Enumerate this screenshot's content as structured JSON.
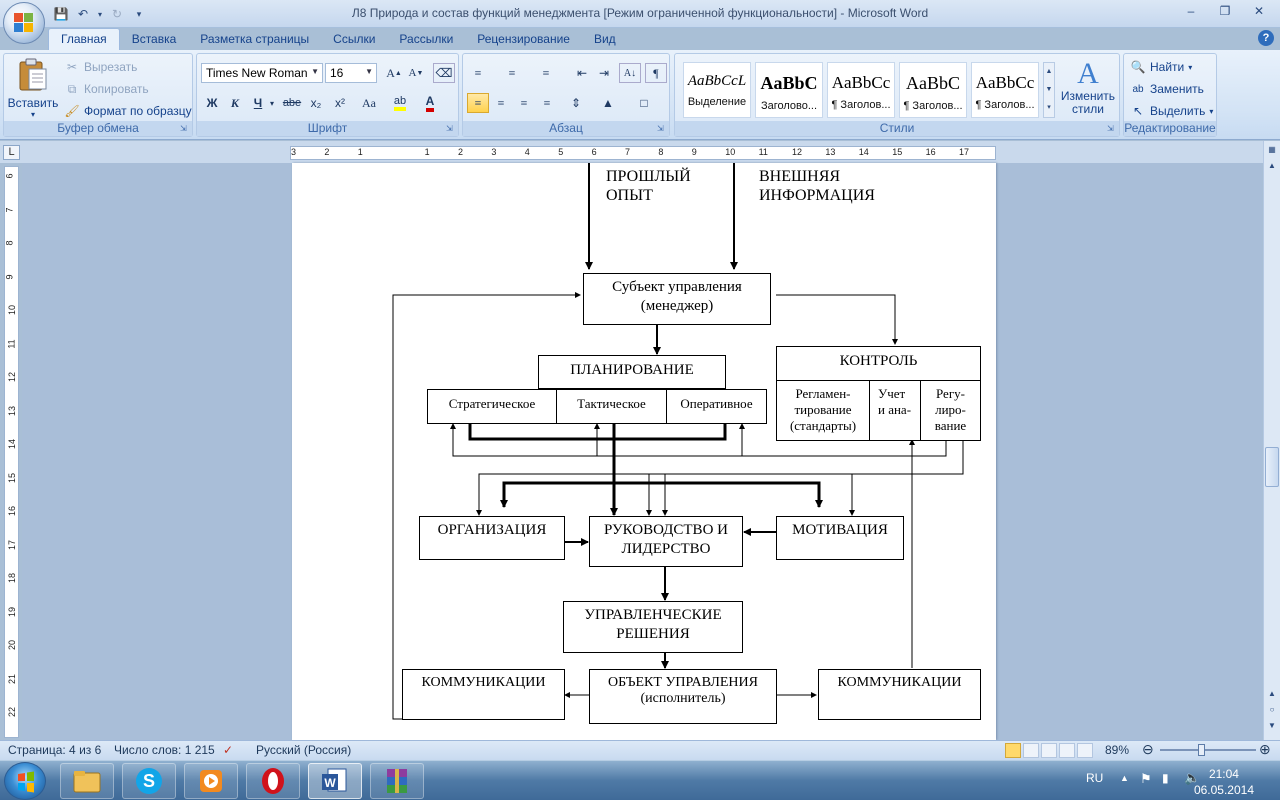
{
  "window": {
    "title": "Л8 Природа и состав функций менеджмента [Режим ограниченной функциональности] - Microsoft Word"
  },
  "qat": [
    "save-icon",
    "undo-icon",
    "redo-icon",
    "customize-icon"
  ],
  "tabs": [
    "Главная",
    "Вставка",
    "Разметка страницы",
    "Ссылки",
    "Рассылки",
    "Рецензирование",
    "Вид"
  ],
  "ribbon": {
    "clipboard": {
      "label": "Буфер обмена",
      "paste": "Вставить",
      "cut": "Вырезать",
      "copy": "Копировать",
      "format_painter": "Формат по образцу"
    },
    "font": {
      "label": "Шрифт",
      "family": "Times New Roman",
      "size": "16",
      "bold": "Ж",
      "italic": "К",
      "underline": "Ч",
      "strike": "abe",
      "sub": "x₂",
      "sup": "x²",
      "case": "Aa"
    },
    "paragraph": {
      "label": "Абзац"
    },
    "styles": {
      "label": "Стили",
      "items": [
        {
          "sample": "AaBbCcL",
          "name": "Выделение"
        },
        {
          "sample": "AaBbC",
          "name": "Заголово..."
        },
        {
          "sample": "AaBbCc",
          "name": "¶ Заголов..."
        },
        {
          "sample": "AaBbC",
          "name": "¶ Заголов..."
        },
        {
          "sample": "AaBbCc",
          "name": "¶ Заголов..."
        }
      ],
      "change": "Изменить стили"
    },
    "editing": {
      "label": "Редактирование",
      "find": "Найти",
      "replace": "Заменить",
      "select": "Выделить"
    }
  },
  "diagram": {
    "past": "ПРОШЛЫЙ ОПЫТ",
    "external": "ВНЕШНЯЯ ИНФОРМАЦИЯ",
    "subject": "Субъект управления (менеджер)",
    "planning": "ПЛАНИРОВАНИЕ",
    "strategic": "Стратегическое",
    "tactical": "Тактическое",
    "operative": "Оперативное",
    "control": "КОНТРОЛЬ",
    "reglament": "Регламен-тирование (стандарты)",
    "uchet": "Учет и ана-",
    "regulation": "Регу-лиро-вание",
    "organization": "ОРГАНИЗАЦИЯ",
    "leadership": "РУКОВОДСТВО И ЛИДЕРСТВО",
    "motivation": "МОТИВАЦИЯ",
    "decisions": "УПРАВЛЕНЧЕСКИЕ РЕШЕНИЯ",
    "comm_left": "КОММУНИКАЦИИ",
    "object": "ОБЪЕКТ УПРАВЛЕНИЯ",
    "object_sub": "(исполнитель)",
    "comm_right": "КОММУНИКАЦИИ"
  },
  "status": {
    "page": "Страница: 4 из 6",
    "words": "Число слов: 1 215",
    "lang": "Русский (Россия)",
    "zoom": "89%",
    "zoom_value": 0.89
  },
  "taskbar": {
    "lang": "RU",
    "time": "21:04",
    "date": "06.05.2014"
  }
}
